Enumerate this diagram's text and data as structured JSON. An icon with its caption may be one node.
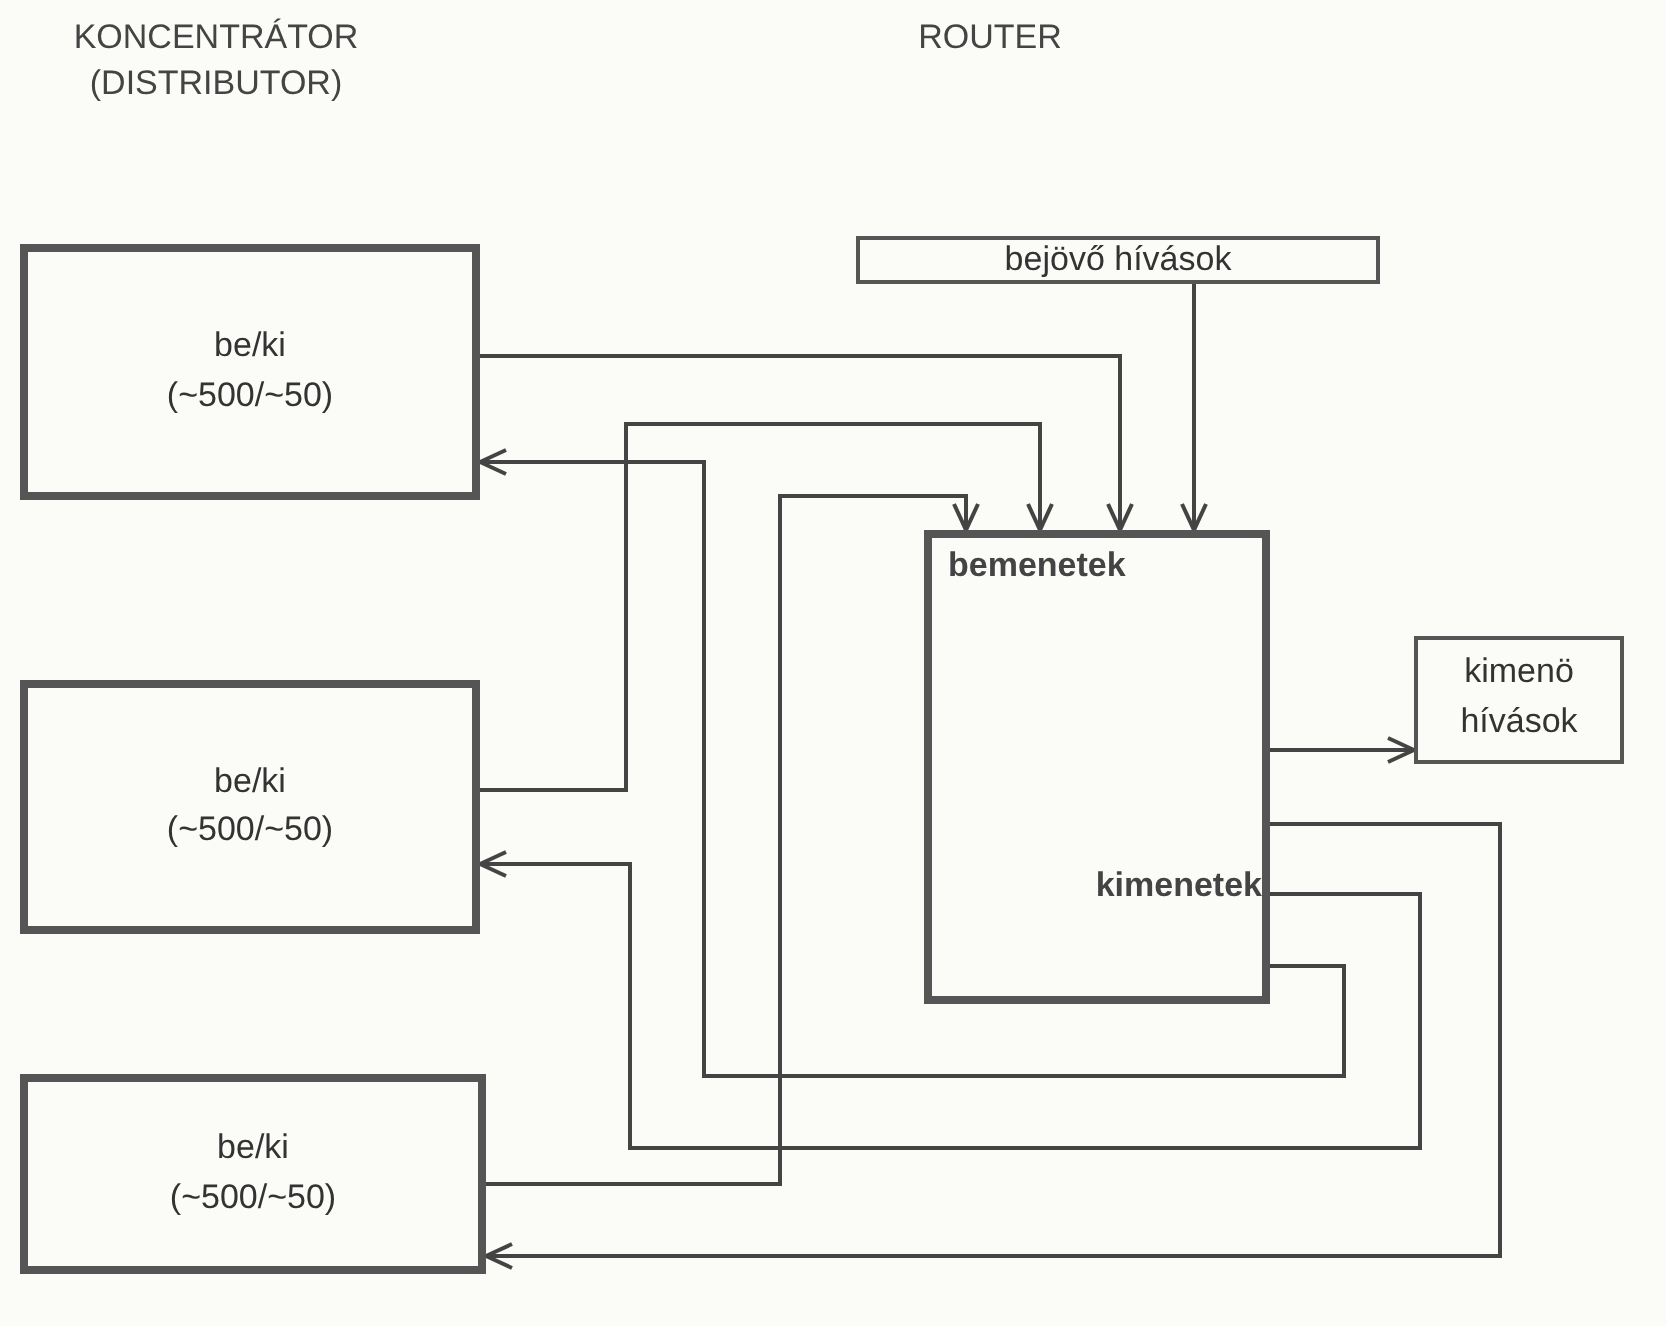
{
  "diagram": {
    "nodes": [
      {
        "text": [
          "be/ki (~500/~50)"
        ]
      },
      {
        "text": [
          "be/ki (~500/~50)"
        ]
      },
      {
        "text": [
          "be/ki (~500/~50)"
        ]
      },
      {
        "text": [
          "bejövő hívások"
        ]
      },
      {
        "text": [
          "bemenetek",
          "kimenetek"
        ]
      },
      {
        "text": [
          "kimenö hívások"
        ]
      }
    ],
    "edges": [
      {
        "from": 0,
        "to": 4,
        "arrow": "to"
      },
      {
        "from": 1,
        "to": 4,
        "arrow": "to"
      },
      {
        "from": 2,
        "to": 4,
        "arrow": "to"
      },
      {
        "from": 3,
        "to": 4,
        "arrow": "to"
      },
      {
        "from": 4,
        "to": 5,
        "arrow": "to"
      },
      {
        "from": 4,
        "to": 0,
        "arrow": "to"
      },
      {
        "from": 4,
        "to": 1,
        "arrow": "to"
      },
      {
        "from": 4,
        "to": 2,
        "arrow": "to"
      }
    ],
    "labels": [
      "KONCENTRÁTOR (DISTRIBUTOR)",
      "ROUTER"
    ]
  }
}
